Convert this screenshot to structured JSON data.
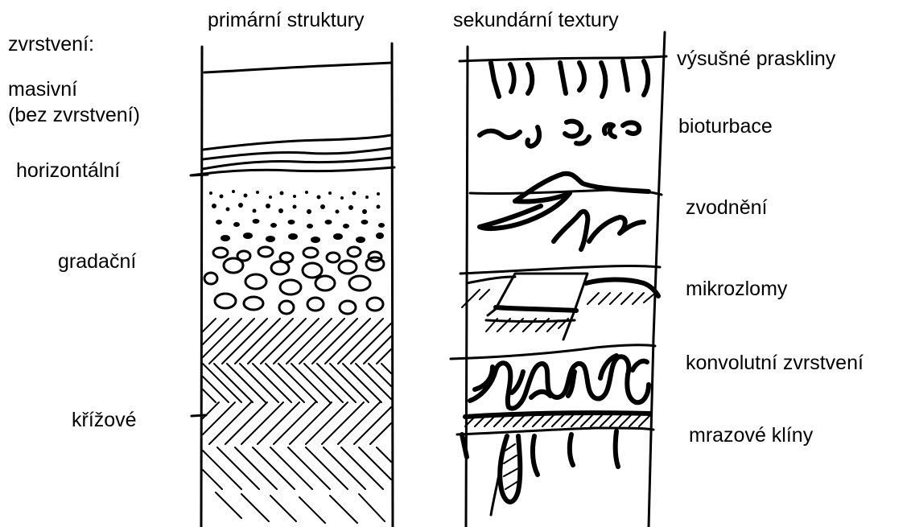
{
  "headers": {
    "primary": "primární struktury",
    "secondary": "sekundární textury"
  },
  "left_labels": {
    "stratification": "zvrstvení:",
    "massive": "masivní",
    "massive_note": "(bez zvrstvení)",
    "horizontal": "horizontální",
    "graded": "gradační",
    "cross": "křížové"
  },
  "right_labels": {
    "desiccation_cracks": "výsušné praskliny",
    "bioturbation": "bioturbace",
    "dewatering": "zvodnění",
    "microfaults": "mikrozlomy",
    "convolute": "konvolutní zvrstvení",
    "frost_wedges": "mrazové klíny"
  }
}
